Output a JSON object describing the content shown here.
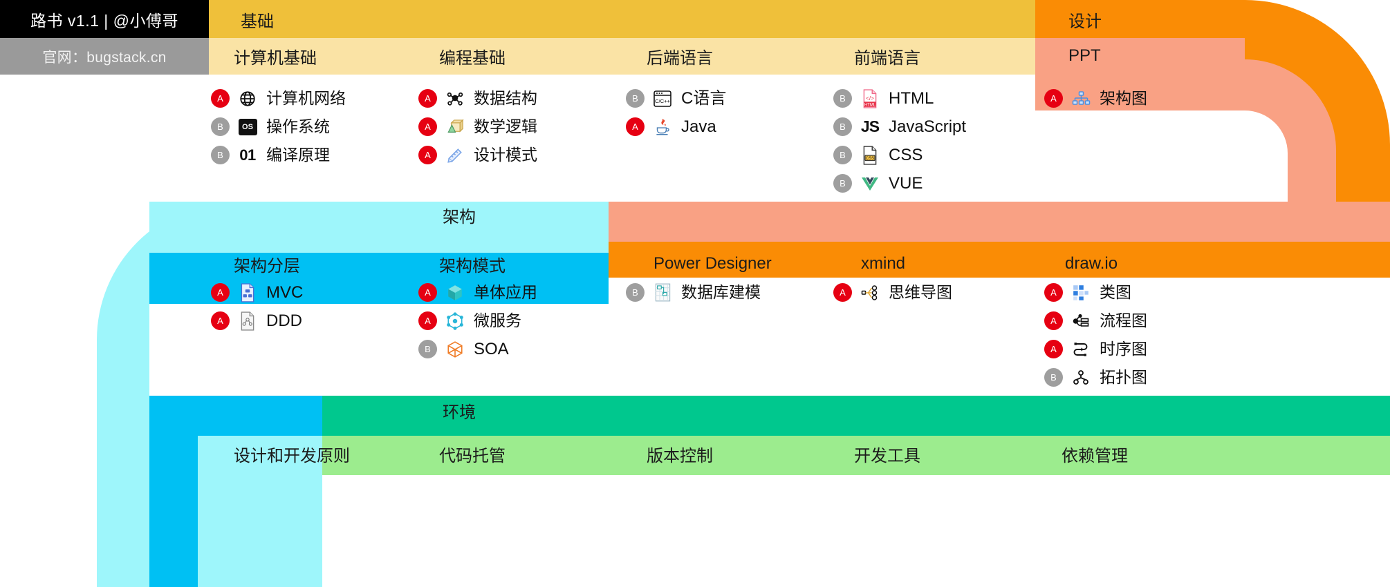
{
  "brand": {
    "title": "路书 v1.1 | @小傅哥",
    "subtitle": "官网：bugstack.cn",
    "title_bg": "#000000",
    "sub_bg": "#9a9a9a"
  },
  "legend": {
    "a": "A",
    "b": "B"
  },
  "colors": {
    "yellow_dark": "#efc03a",
    "yellow_light": "#fae3a5",
    "orange_dark": "#fa8c05",
    "orange_light": "#f9a184",
    "cyan_light": "#9ef6fb",
    "cyan_dark": "#00c0f3",
    "green_dark": "#00c88e",
    "green_light": "#9cec8e",
    "badge_a": "#e60012",
    "badge_b": "#9e9e9e",
    "page_bg": "#ffffff"
  },
  "bands": [
    {
      "id": "foundation",
      "title": "基础",
      "columns": [
        {
          "name": "计算机基础",
          "items": [
            {
              "level": "A",
              "icon": "globe-icon",
              "label": "计算机网络"
            },
            {
              "level": "B",
              "icon": "os-icon",
              "label": "操作系统"
            },
            {
              "level": "B",
              "icon": "binary-01-icon",
              "label": "编译原理"
            }
          ]
        },
        {
          "name": "编程基础",
          "items": [
            {
              "level": "A",
              "icon": "data-structure-icon",
              "label": "数据结构"
            },
            {
              "level": "A",
              "icon": "cube-shapes-icon",
              "label": "数学逻辑"
            },
            {
              "level": "A",
              "icon": "ruler-pencil-icon",
              "label": "设计模式"
            }
          ]
        },
        {
          "name": "后端语言",
          "items": [
            {
              "level": "B",
              "icon": "c-cpp-window-icon",
              "label": "C语言"
            },
            {
              "level": "A",
              "icon": "java-coffee-icon",
              "label": "Java"
            }
          ]
        },
        {
          "name": "前端语言",
          "items": [
            {
              "level": "B",
              "icon": "html-file-icon",
              "label": "HTML"
            },
            {
              "level": "B",
              "icon": "js-icon",
              "label": "JavaScript"
            },
            {
              "level": "B",
              "icon": "css-file-icon",
              "label": "CSS"
            },
            {
              "level": "B",
              "icon": "vue-icon",
              "label": "VUE"
            }
          ]
        }
      ]
    },
    {
      "id": "design",
      "title": "设计",
      "columns": [
        {
          "name": "PPT",
          "items": [
            {
              "level": "A",
              "icon": "org-chart-icon",
              "label": "架构图"
            }
          ]
        }
      ]
    },
    {
      "id": "architecture",
      "title": "架构",
      "columns": [
        {
          "name": "架构分层",
          "items": [
            {
              "level": "A",
              "icon": "mvc-doc-icon",
              "label": "MVC"
            },
            {
              "level": "A",
              "icon": "ddd-doc-icon",
              "label": "DDD"
            }
          ]
        },
        {
          "name": "架构模式",
          "items": [
            {
              "level": "A",
              "icon": "cube-teal-icon",
              "label": "单体应用"
            },
            {
              "level": "A",
              "icon": "microservice-node-icon",
              "label": "微服务"
            },
            {
              "level": "B",
              "icon": "cube-orange-icon",
              "label": "SOA"
            }
          ]
        },
        {
          "name": "Power Designer",
          "items": [
            {
              "level": "B",
              "icon": "db-model-icon",
              "label": "数据库建模"
            }
          ]
        },
        {
          "name": "xmind",
          "items": [
            {
              "level": "A",
              "icon": "mindmap-icon",
              "label": "思维导图"
            }
          ]
        },
        {
          "name": "draw.io",
          "items": [
            {
              "level": "A",
              "icon": "class-diagram-icon",
              "label": "类图"
            },
            {
              "level": "A",
              "icon": "flowchart-icon",
              "label": "流程图"
            },
            {
              "level": "A",
              "icon": "sequence-diagram-icon",
              "label": "时序图"
            },
            {
              "level": "B",
              "icon": "topology-icon",
              "label": "拓扑图"
            }
          ]
        }
      ]
    },
    {
      "id": "environment",
      "title": "环境",
      "columns": [
        {
          "name": "设计和开发原则",
          "items": []
        },
        {
          "name": "代码托管",
          "items": []
        },
        {
          "name": "版本控制",
          "items": []
        },
        {
          "name": "开发工具",
          "items": []
        },
        {
          "name": "依赖管理",
          "items": []
        }
      ]
    }
  ]
}
